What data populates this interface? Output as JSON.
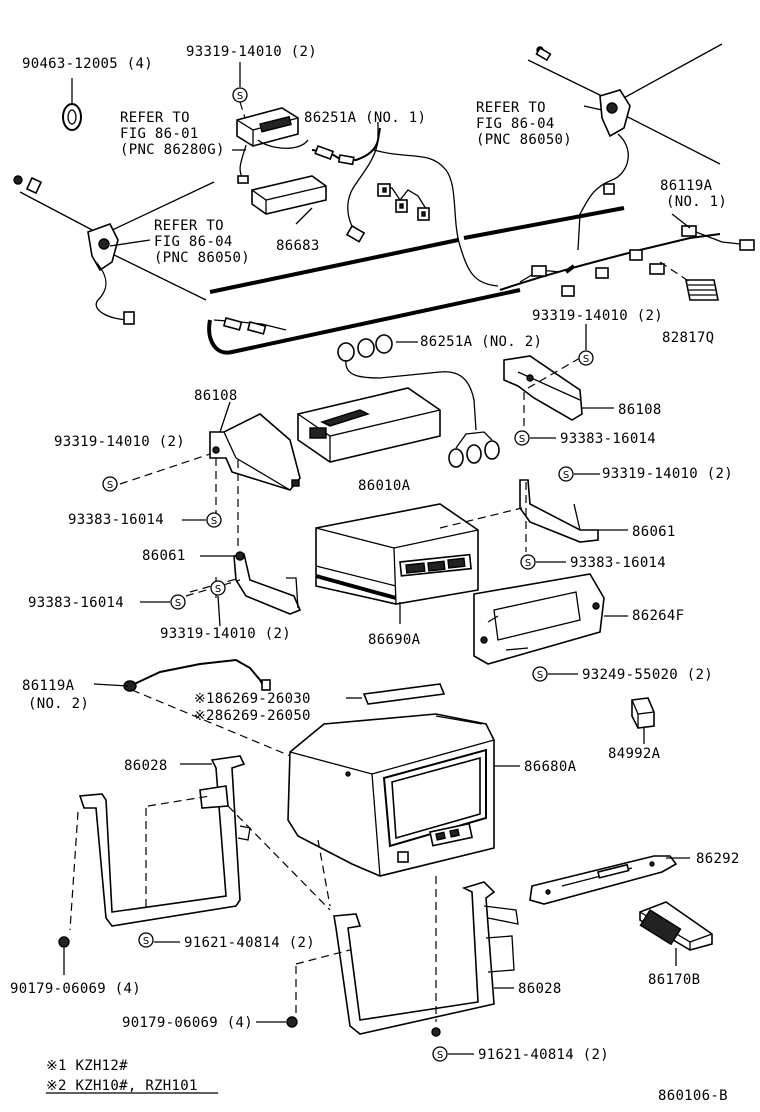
{
  "labels": {
    "p90463": "90463-12005 (4)",
    "p93319_top": "93319-14010 (2)",
    "refer1_l1": "REFER TO",
    "refer1_l2": "FIG 86-01",
    "refer1_l3": "(PNC 86280G)",
    "p86251a1": "86251A (NO. 1)",
    "refer2_l1": "REFER TO",
    "refer2_l2": "FIG 86-04",
    "refer2_l3": "(PNC 86050)",
    "p86119a1_l1": "86119A",
    "p86119a1_l2": "(NO. 1)",
    "refer3_l1": "REFER TO",
    "refer3_l2": "FIG 86-04",
    "refer3_l3": "(PNC 86050)",
    "p86683": "86683",
    "p93319_r1": "93319-14010 (2)",
    "p82817q": "82817Q",
    "p86251a2": "86251A (NO. 2)",
    "p86108_l": "86108",
    "p86108_r": "86108",
    "p93319_l1": "93319-14010 (2)",
    "p93383_r1": "93383-16014",
    "p86010a": "86010A",
    "p93319_r2": "93319-14010 (2)",
    "p93383_l1": "93383-16014",
    "p86061_r": "86061",
    "p86061_l": "86061",
    "p93383_r2": "93383-16014",
    "p93383_l2": "93383-16014",
    "p93319_l2": "93319-14010 (2)",
    "p86264f": "86264F",
    "p86690a": "86690A",
    "p86119a2_l1": "86119A",
    "p86119a2_l2": "(NO. 2)",
    "p93249": "93249-55020 (2)",
    "p186269": "※186269-26030",
    "p286269": "※286269-26050",
    "p84992a": "84992A",
    "p86028_l": "86028",
    "p86680a": "86680A",
    "p86292": "86292",
    "p91621_l": "91621-40814 (2)",
    "p90179_l": "90179-06069 (4)",
    "p86170b": "86170B",
    "p86028_r": "86028",
    "p90179_b": "90179-06069 (4)",
    "p91621_b": "91621-40814 (2)",
    "note1": "※1 KZH12#",
    "note2": "※2 KZH10#, RZH101",
    "figure_id": "860106-B"
  },
  "symbol_letter": "S"
}
